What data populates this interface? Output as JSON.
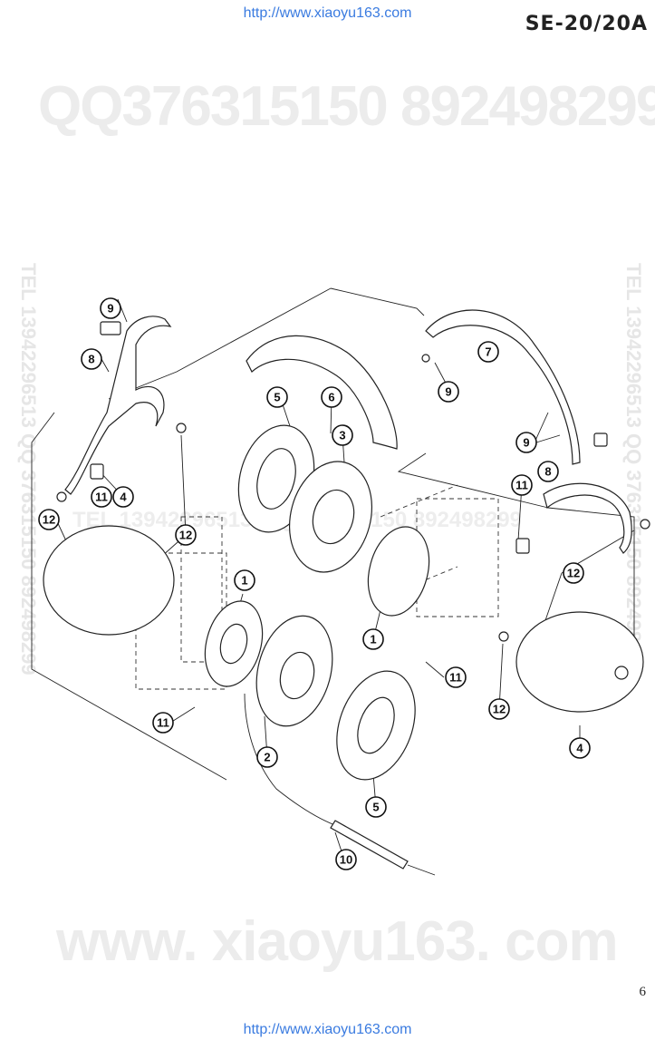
{
  "header": {
    "url": "http://www.xiaoyu163.com",
    "model": "SE-20/20A"
  },
  "footer": {
    "url": "http://www.xiaoyu163.com",
    "page_number": "6"
  },
  "watermarks": {
    "qq": "QQ376315150  892498299",
    "site": "www. xiaoyu163. com",
    "vertical_left": "TEL 13942296513  QQ 376315150  892498299",
    "vertical_right": "TEL 13942296513  QQ 376315150  892498299",
    "middle": "TEL 13942296513  QQ 376315150  892498299"
  },
  "callouts": {
    "c1a": "1",
    "c1b": "1",
    "c2": "2",
    "c3": "3",
    "c4a": "4",
    "c4b": "4",
    "c5a": "5",
    "c5b": "5",
    "c6": "6",
    "c7": "7",
    "c8a": "8",
    "c8b": "8",
    "c9a": "9",
    "c9b": "9",
    "c9c": "9",
    "c10": "10",
    "c11a": "11",
    "c11b": "11",
    "c11c": "11",
    "c11d": "11",
    "c12a": "12",
    "c12b": "12",
    "c12c": "12",
    "c12d": "12"
  }
}
